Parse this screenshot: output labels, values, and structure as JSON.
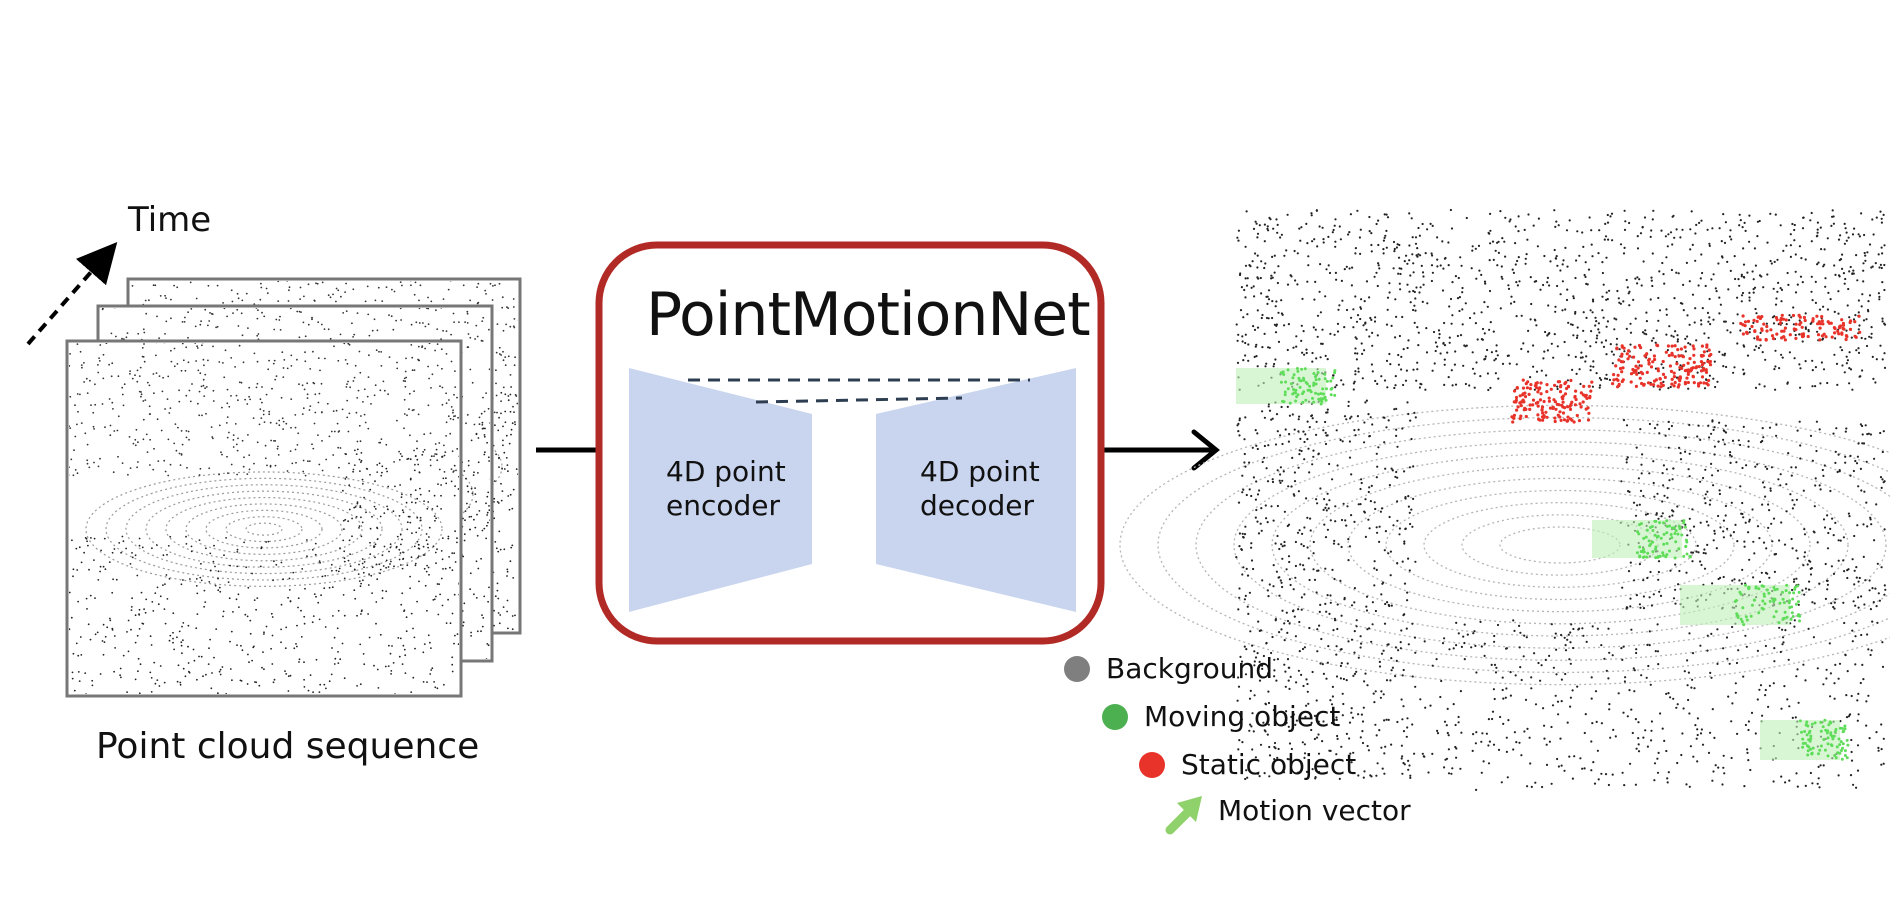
{
  "time_label": "Time",
  "input": {
    "caption": "Point cloud sequence"
  },
  "network": {
    "title": "PointMotionNet",
    "encoder_label": "4D point\nencoder",
    "decoder_label": "4D point\ndecoder"
  },
  "legend": [
    {
      "label": "Background",
      "color": "#7f7f7f",
      "icon": "circle"
    },
    {
      "label": "Moving object",
      "color": "#4caf50",
      "icon": "circle"
    },
    {
      "label": "Static object",
      "color": "#e8332a",
      "icon": "circle"
    },
    {
      "label": "Motion vector",
      "color": "#8fd16a",
      "icon": "arrow"
    }
  ],
  "colors": {
    "network_border": "#b22a25",
    "block_fill": "#c9d5ef",
    "frame_border": "#777777",
    "moving": "#5fdd5a",
    "static": "#e8332a"
  }
}
